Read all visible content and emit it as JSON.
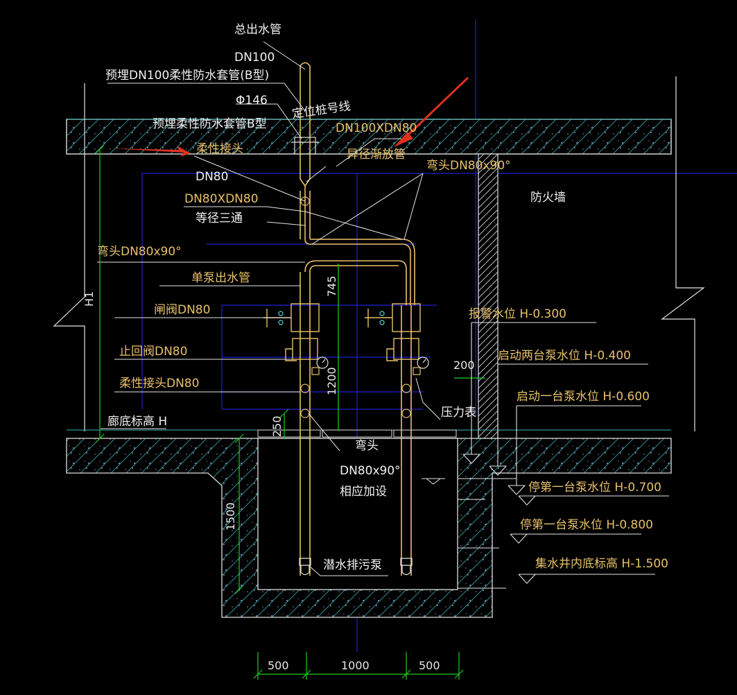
{
  "colors": {
    "background": "#000000",
    "yellow": "#e8c16a",
    "white": "#f2f2f2",
    "cyan": "#3fb6b6",
    "blue": "#2020d0",
    "green": "#22cc22",
    "red": "#e03020"
  },
  "labels": {
    "main_outlet": "总出水管",
    "dn100": "DN100",
    "sleeve_dn100": "预埋DN100柔性防水套管(B型)",
    "phi146": "Φ146",
    "locate_pile": "定位桩号线",
    "sleeve_b": "预埋柔性防水套管B型",
    "reducer_size": "DN100XDN80",
    "reducer_name": "异径渐放管",
    "flex_joint_top": "柔性接头",
    "dn80": "DN80",
    "elbow_top": "弯头DN80x90°",
    "fire_wall": "防火墙",
    "tee_size": "DN80XDN80",
    "tee_name": "等径三通",
    "elbow_left": "弯头DN80x90°",
    "single_outlet": "单泵出水管",
    "gate_valve": "闸阀DN80",
    "check_valve": "止回阀DN80",
    "flex_joint_bottom": "柔性接头DN80",
    "floor_elev": "廊底标高 H",
    "dim_745": "745",
    "dim_1200": "1200",
    "dim_250": "250",
    "dim_200": "200",
    "dim_h1": "H1",
    "dim_1500": "1500",
    "elbow_bottom_1": "弯头",
    "elbow_bottom_2": "DN80x90°",
    "elbow_bottom_3": "相应加设",
    "pressure_gauge": "压力表",
    "sub_pump": "潜水排污泵",
    "alarm_level": "报警水位 H-0.300",
    "start_two": "启动两台泵水位 H-0.400",
    "start_one": "启动一台泵水位 H-0.600",
    "stop_first": "停第一台泵水位 H-0.700",
    "stop_second": "停第一台泵水位 H-0.800",
    "pit_bottom": "集水井内底标高 H-1.500",
    "dim_500_left": "500",
    "dim_1000": "1000",
    "dim_500_right": "500"
  }
}
